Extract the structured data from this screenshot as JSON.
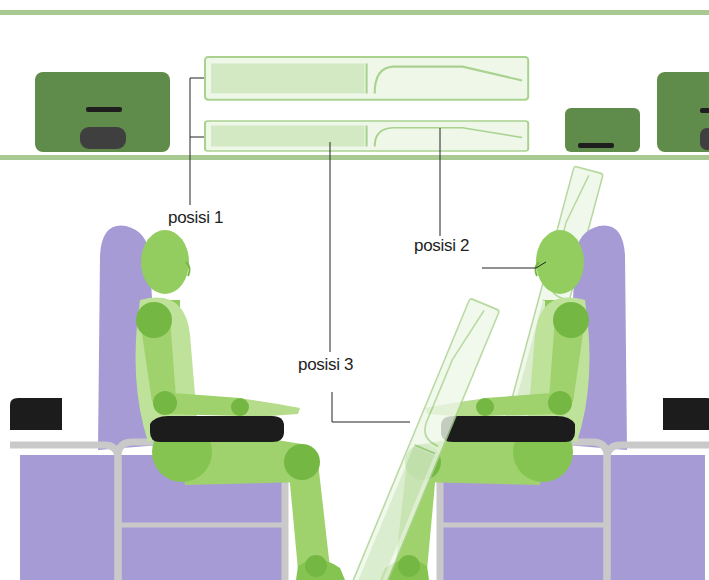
{
  "diagram": {
    "labels": [
      "posisi 1",
      "posisi 2",
      "posisi 3"
    ]
  }
}
